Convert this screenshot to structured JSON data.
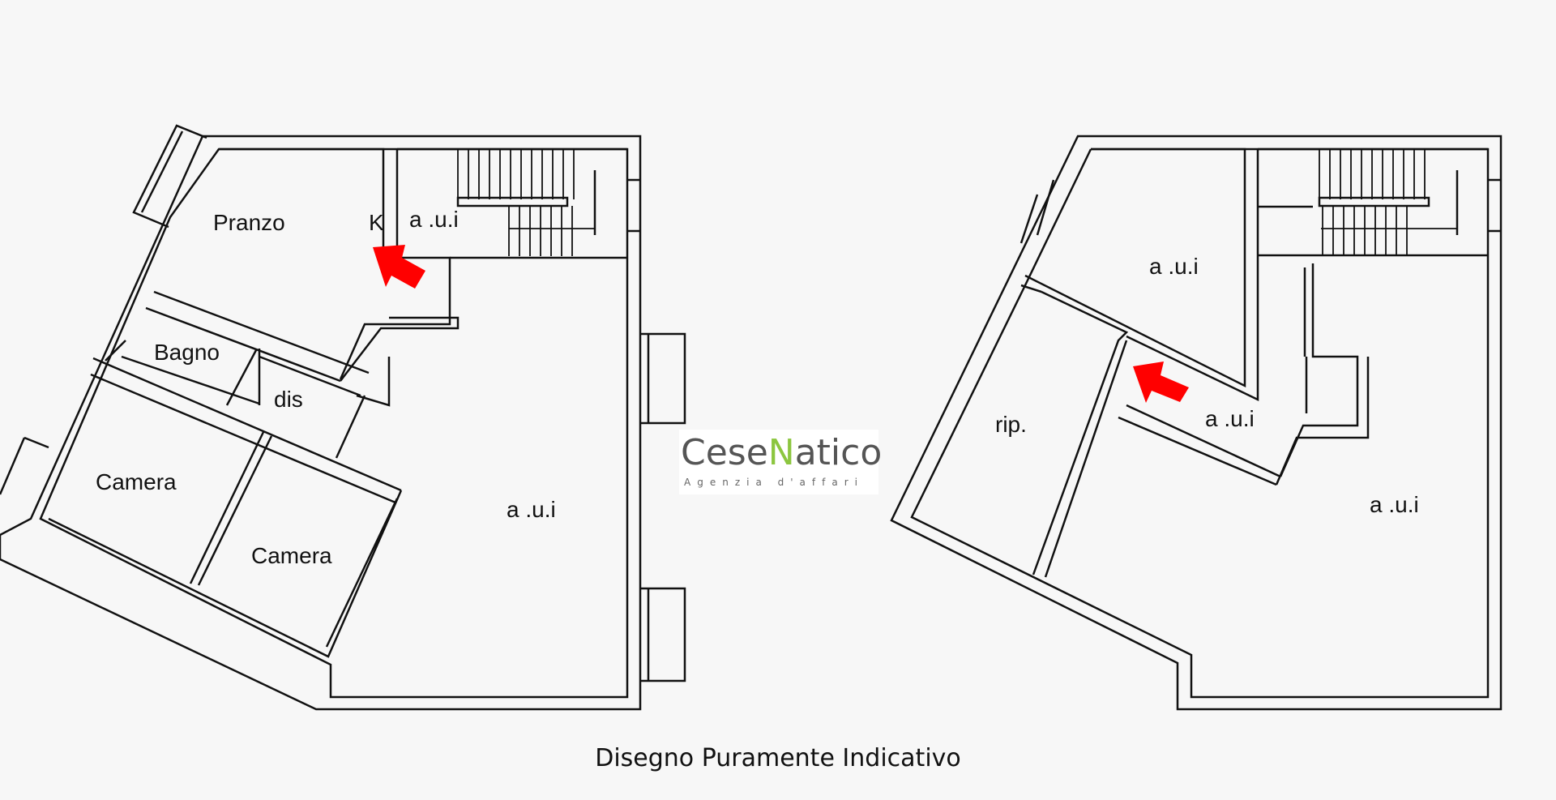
{
  "plan_left": {
    "rooms": [
      "Pranzo",
      "K",
      "a .u.i",
      "Bagno",
      "dis",
      "Camera",
      "Camera",
      "a .u.i"
    ]
  },
  "plan_right": {
    "rooms": [
      "a .u.i",
      "rip.",
      "a .u.i",
      "a .u.i"
    ]
  },
  "logo": {
    "text_before": "Cese",
    "text_accent": "N",
    "text_after": "atico",
    "tagline": "Agenzia d'affari",
    "accent_color": "#8cc63f"
  },
  "caption": "Disegno Puramente Indicativo",
  "colors": {
    "wall": "#111111",
    "arrow": "#ff0000",
    "background": "#f7f7f7"
  }
}
